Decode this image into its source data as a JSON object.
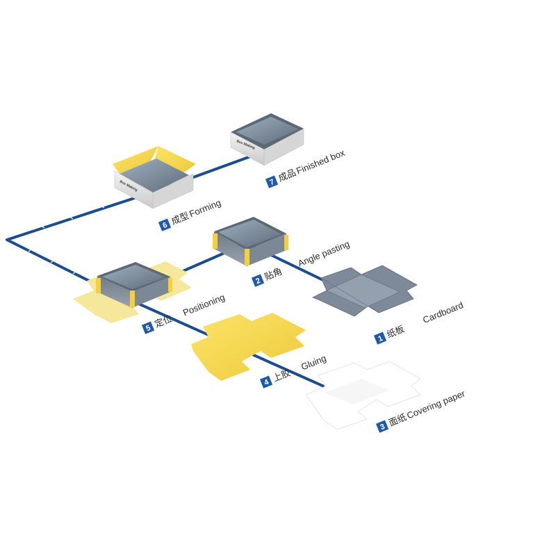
{
  "steps": [
    {
      "number": "1",
      "label_cn": "纸板",
      "label_en": "Cardboard"
    },
    {
      "number": "2",
      "label_cn": "贴角",
      "label_en": "Angle pasting"
    },
    {
      "number": "3",
      "label_cn": "面纸",
      "label_en": "Covering paper"
    },
    {
      "number": "4",
      "label_cn": "上胶",
      "label_en": "Gluing"
    },
    {
      "number": "5",
      "label_cn": "定位",
      "label_en": "Positioning"
    },
    {
      "number": "6",
      "label_cn": "成型",
      "label_en": "Forming"
    },
    {
      "number": "7",
      "label_cn": "成品",
      "label_en": "Finished box"
    }
  ],
  "box_brand": "Box Making",
  "colors": {
    "line": "#1a4d8f",
    "badge": "#1e5aa8",
    "yellow": "#f2d84c",
    "pale_yellow": "#f7eca0",
    "gray_box": "#8a96a4"
  }
}
